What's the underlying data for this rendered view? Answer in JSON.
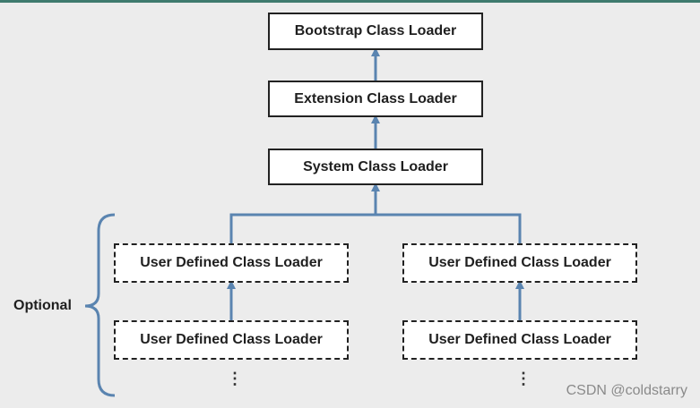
{
  "loaders": {
    "bootstrap": "Bootstrap Class Loader",
    "extension": "Extension Class Loader",
    "system": "System Class Loader",
    "user_left_top": "User Defined Class Loader",
    "user_right_top": "User Defined Class Loader",
    "user_left_bottom": "User Defined Class Loader",
    "user_right_bottom": "User Defined Class Loader"
  },
  "optional_label": "Optional",
  "continuation": "⋮",
  "watermark": "CSDN @coldstarry",
  "colors": {
    "arrow": "#5a84b0",
    "border": "#222222",
    "background": "#ececec"
  }
}
